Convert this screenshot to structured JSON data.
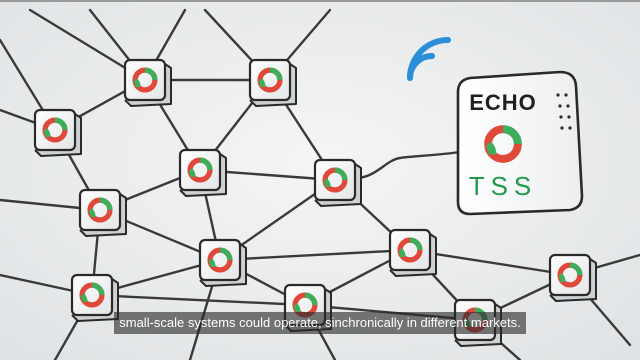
{
  "video": {
    "caption": "small-scale systems could operate, sinchronically in different markets."
  },
  "device": {
    "brand": "ECHO",
    "model": "TSS"
  },
  "icons": {
    "signal": "wifi-signal-icon",
    "node": "ring-node-icon"
  },
  "colors": {
    "background": "#eef0f1",
    "ink": "#2a2a2a",
    "signal": "#2a8fd6",
    "ring_red": "#e0483a",
    "ring_green": "#3fae5a",
    "tss_green": "#1f9a4a"
  }
}
